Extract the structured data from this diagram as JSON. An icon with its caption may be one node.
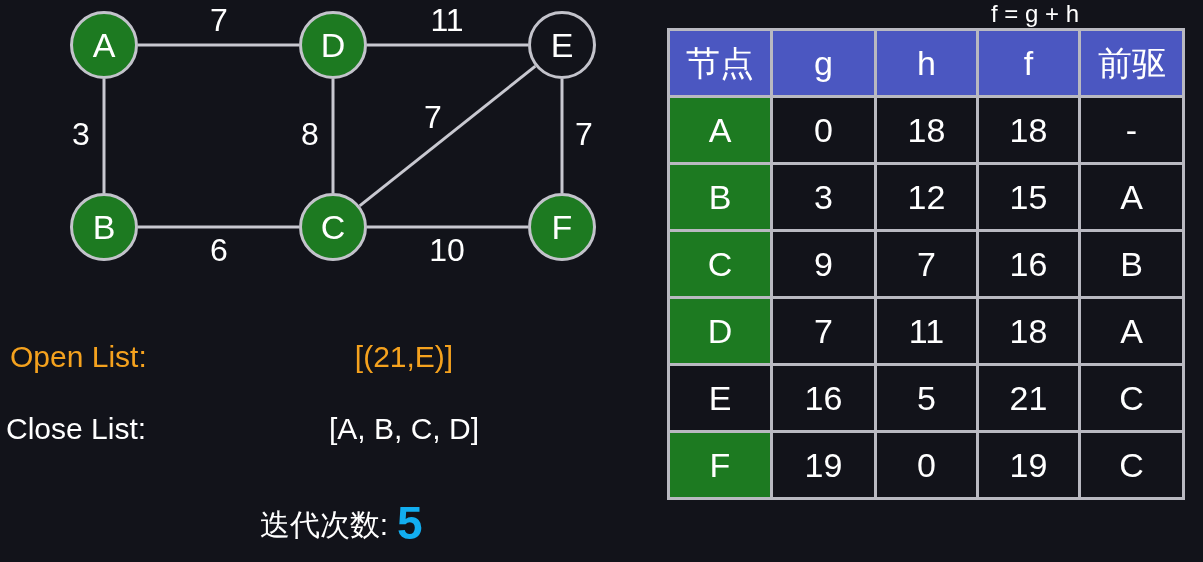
{
  "diagram": {
    "nodes": [
      {
        "text": [
          "A"
        ]
      },
      {
        "text": [
          "D"
        ]
      },
      {
        "text": [
          "E"
        ]
      },
      {
        "text": [
          "B"
        ]
      },
      {
        "text": [
          "C"
        ]
      },
      {
        "text": [
          "F"
        ]
      }
    ],
    "edges": [
      {
        "from": 0,
        "to": 1,
        "arrow": "none",
        "label": "7"
      },
      {
        "from": 1,
        "to": 2,
        "arrow": "none",
        "label": "11"
      },
      {
        "from": 0,
        "to": 3,
        "arrow": "none",
        "label": "3"
      },
      {
        "from": 1,
        "to": 4,
        "arrow": "none",
        "label": "8"
      },
      {
        "from": 4,
        "to": 2,
        "arrow": "none",
        "label": "7"
      },
      {
        "from": 2,
        "to": 5,
        "arrow": "none",
        "label": "7"
      },
      {
        "from": 3,
        "to": 4,
        "arrow": "none",
        "label": "6"
      },
      {
        "from": 4,
        "to": 5,
        "arrow": "none",
        "label": "10"
      }
    ],
    "labels": [
      "f = g + h",
      "节点",
      "g",
      "h",
      "f",
      "前驱",
      "A",
      "0",
      "18",
      "18",
      "-",
      "B",
      "3",
      "12",
      "15",
      "A",
      "C",
      "9",
      "7",
      "16",
      "B",
      "D",
      "7",
      "11",
      "18",
      "A",
      "E",
      "16",
      "5",
      "21",
      "C",
      "F",
      "19",
      "0",
      "19",
      "C",
      "Open List:",
      "[(21,E)]",
      "Close List:",
      "[A, B, C, D]",
      "迭代次数:",
      "5"
    ]
  }
}
